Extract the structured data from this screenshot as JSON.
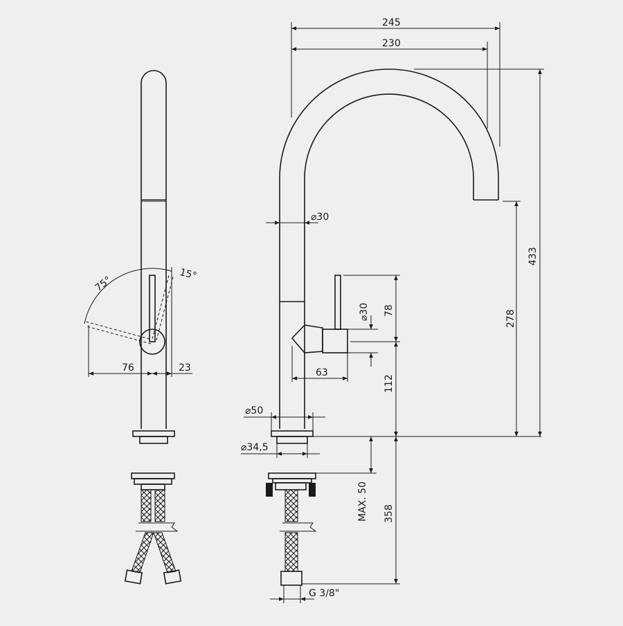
{
  "dimensions": {
    "width_total": "245",
    "width_spout": "230",
    "height_total": "433",
    "height_outlet": "278",
    "spout_diameter": "⌀30",
    "handle_diameter": "⌀30",
    "handle_height": "78",
    "handle_depth": "63",
    "handle_offset": "112",
    "base_diameter": "⌀50",
    "shank_diameter": "⌀34,5",
    "deck_max": "MAX. 50",
    "hose_length": "358",
    "thread": "G 3/8\"",
    "angle_open": "75°",
    "angle_back": "15°",
    "side_front": "76",
    "side_back": "23"
  },
  "colors": {
    "background": "#efefef",
    "line": "#1a1a1a"
  }
}
